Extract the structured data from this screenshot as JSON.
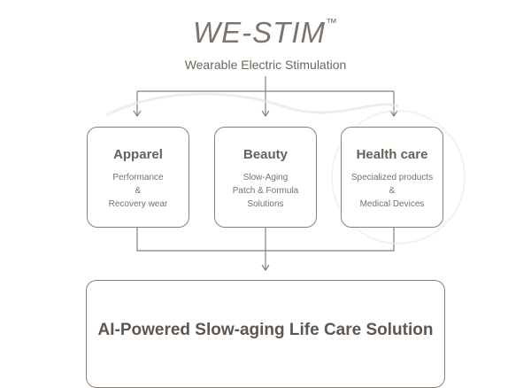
{
  "header": {
    "title": "WE-STIM",
    "trademark": "™",
    "subtitle": "Wearable Electric Stimulation"
  },
  "categories": [
    {
      "title": "Apparel",
      "lines": [
        "Performance",
        "&",
        "Recovery wear"
      ]
    },
    {
      "title": "Beauty",
      "lines": [
        "Slow-Aging",
        "Patch & Formula",
        "Solutions"
      ]
    },
    {
      "title": "Health care",
      "lines": [
        "Specialized products",
        "&",
        "Medical Devices"
      ]
    }
  ],
  "solution": {
    "label": "AI-Powered Slow-aging Life Care Solution"
  },
  "colors": {
    "line": "#8a7f76",
    "text": "#6f655c"
  }
}
